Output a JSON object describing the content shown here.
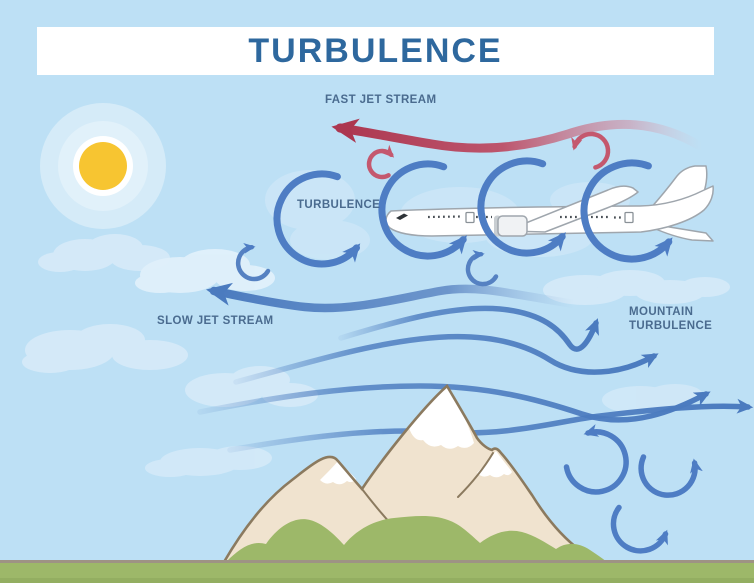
{
  "title_banner": {
    "title": "TURBULENCE"
  },
  "labels": {
    "fast_jet_stream": "FAST JET STREAM",
    "turbulence_eddies": "TURBULENCE",
    "slow_jet_stream": "SLOW JET STREAM",
    "mountain_turbulence_line1": "MOUNTAIN",
    "mountain_turbulence_line2": "TURBULENCE"
  },
  "icons": {
    "sun": "sun-icon",
    "clouds": "cloud-icon",
    "fast_jet_arrow": "red-left-wavy-arrow-icon",
    "slow_jet_arrow": "blue-left-wavy-arrow-icon",
    "turbulence_eddies": "circular-arrow-icon",
    "small_curls": "curl-arrow-icon",
    "mountain_wave_flow": "wavy-flow-arrow-icon",
    "mountain": "mountain-icon",
    "airplane": "airplane-icon",
    "lee_swirls": "swirl-arrow-icon"
  },
  "colors": {
    "sky": "#BDE0F5",
    "banner_bg": "#FFFFFF",
    "title_text": "#2E689E",
    "label_text": "#4A6B8F",
    "red_arrow": "#AC3750",
    "red_curl": "#C4586E",
    "eddy_blue": "#4E7DC4",
    "jet_blue": "#4B7BBF",
    "sun_core": "#F7C531",
    "sun_halo_outer": "#D5EBF8",
    "sun_halo_mid": "#E1F1FA",
    "cloud": "#D7EBF9",
    "mountain_fill": "#F0E3CF",
    "mountain_outline": "#8B7A5F",
    "snow": "#FFFFFF",
    "ground_green": "#9DB869",
    "ground_line": "#9E9384",
    "plane_fill": "#FFFFFF",
    "plane_outline": "#9FA6AD"
  }
}
